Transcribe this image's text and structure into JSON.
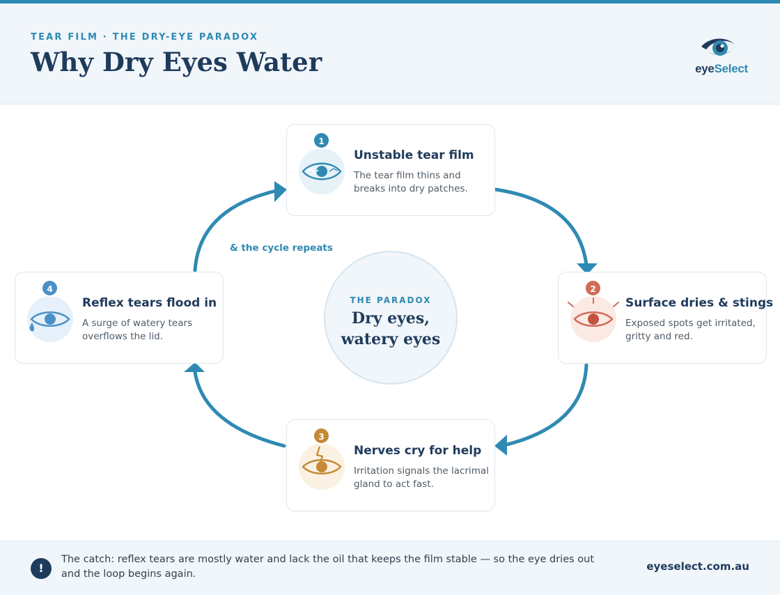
{
  "header": {
    "eyebrow": "TEAR FILM · THE DRY-EYE PARADOX",
    "title": "Why Dry Eyes Water",
    "logo": {
      "word_a": "eye",
      "word_b": "Select",
      "icon": "eye-logo-icon"
    }
  },
  "steps": [
    {
      "number": "1",
      "title": "Unstable tear film",
      "desc": "The tear film thins and breaks into dry patches.",
      "icon": "eye-cracked-icon",
      "color": "#2f8ab3",
      "tint": "#e6f2f8"
    },
    {
      "number": "2",
      "title": "Surface dries & stings",
      "desc": "Exposed spots get irritated, gritty and red.",
      "icon": "eye-irritated-icon",
      "color": "#d16b55",
      "tint": "#fbe9e4"
    },
    {
      "number": "3",
      "title": "Nerves cry for help",
      "desc": "Irritation signals the lacrimal gland to act fast.",
      "icon": "eye-nerve-signal-icon",
      "color": "#c48a35",
      "tint": "#fbf1e2"
    },
    {
      "number": "4",
      "title": "Reflex tears flood in",
      "desc": "A surge of watery tears overflows the lid.",
      "icon": "eye-tear-icon",
      "color": "#4a90c6",
      "tint": "#e6f0fa"
    }
  ],
  "center": {
    "label": "THE PARADOX",
    "text": "Dry eyes, watery eyes"
  },
  "cycle_label": "& the cycle repeats",
  "footer": {
    "alert_icon": "exclamation-icon",
    "alert_symbol": "!",
    "text": "The catch: reflex tears are mostly water and lack the oil that keeps the film stable — so the eye dries out and the loop begins again.",
    "url": "eyeselect.com.au"
  },
  "colors": {
    "accent": "#2f8ab3",
    "navy": "#1f3b5c"
  }
}
